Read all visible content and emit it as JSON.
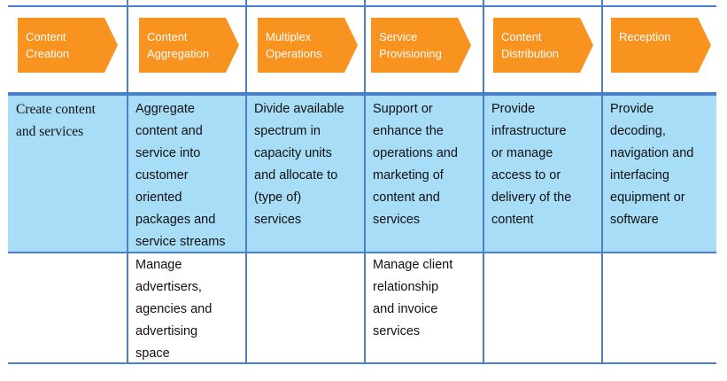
{
  "header": {
    "stages": [
      {
        "label": "Content Creation",
        "lines": [
          "Content",
          "Creation"
        ]
      },
      {
        "label": "Content Aggregation",
        "lines": [
          "Content",
          "Aggregation"
        ]
      },
      {
        "label": "Multiplex Operations",
        "lines": [
          "Multiplex",
          "Operations"
        ]
      },
      {
        "label": "Service Provisioning",
        "lines": [
          "Service",
          "Provisioning"
        ]
      },
      {
        "label": "Content Distribution",
        "lines": [
          "Content",
          "Distribution"
        ]
      },
      {
        "label": "Reception",
        "lines": [
          "Reception",
          ""
        ]
      }
    ],
    "arrow_color": "#f7931e",
    "line_color": "#4a7fc9",
    "highlight_color": "#a7ddf7"
  },
  "row1": [
    {
      "lines": [
        "Create content",
        "and services"
      ]
    },
    {
      "lines": [
        "Aggregate",
        "content and",
        "service into",
        "customer",
        "oriented",
        "packages and",
        "service streams"
      ]
    },
    {
      "lines": [
        "Divide available",
        "spectrum in",
        "capacity units",
        "and allocate to",
        "(type of)",
        "services"
      ]
    },
    {
      "lines": [
        "Support or",
        "enhance the",
        "operations and",
        "marketing of",
        "content and",
        "services"
      ]
    },
    {
      "lines": [
        "Provide",
        "infrastructure",
        "or manage",
        "access to or",
        "delivery of the",
        "content"
      ]
    },
    {
      "lines": [
        "Provide",
        "decoding,",
        "navigation and",
        "interfacing",
        "equipment or",
        "software"
      ]
    }
  ],
  "row2": [
    {
      "lines": []
    },
    {
      "lines": [
        "Manage",
        "advertisers,",
        "agencies and",
        "advertising",
        "space"
      ]
    },
    {
      "lines": []
    },
    {
      "lines": [
        "Manage client",
        "relationship",
        "and invoice",
        "services"
      ]
    },
    {
      "lines": []
    },
    {
      "lines": []
    }
  ]
}
